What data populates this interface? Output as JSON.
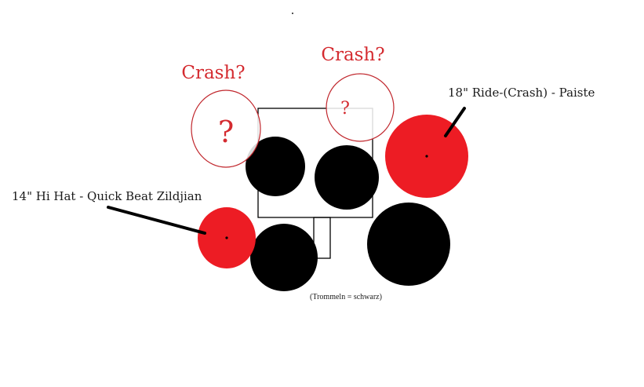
{
  "labels": {
    "crash_left": "Crash?",
    "crash_right": "Crash?",
    "question_left": "?",
    "question_right": "?",
    "ride": "18\" Ride-(Crash) - Paiste",
    "hihat": "14\" Hi Hat - Quick Beat Zildjian",
    "legend": "(Trommeln = schwarz)"
  },
  "colors": {
    "cymbal_red": "#ed1c24",
    "drum_black": "#000000",
    "outline": "#000000",
    "text_dark": "#1a1a1a"
  }
}
